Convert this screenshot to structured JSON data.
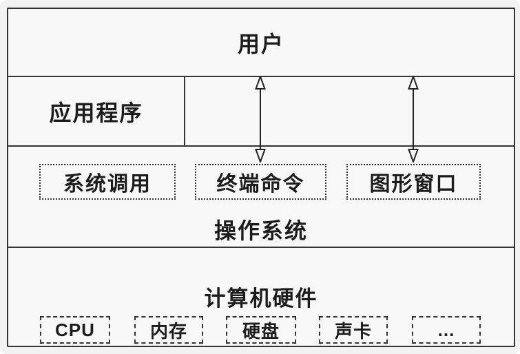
{
  "diagram": {
    "layers": {
      "user": {
        "label": "用户"
      },
      "application": {
        "label": "应用程序"
      },
      "os": {
        "label": "操作系统",
        "interfaces": [
          {
            "label": "系统调用"
          },
          {
            "label": "终端命令"
          },
          {
            "label": "图形窗口"
          }
        ]
      },
      "hardware": {
        "label": "计算机硬件",
        "components": [
          {
            "label": "CPU"
          },
          {
            "label": "内存"
          },
          {
            "label": "硬盘"
          },
          {
            "label": "声卡"
          },
          {
            "label": "..."
          }
        ]
      }
    },
    "colors": {
      "border": "#333333",
      "background": "#f8f8f8",
      "text": "#1c1c1c"
    }
  }
}
